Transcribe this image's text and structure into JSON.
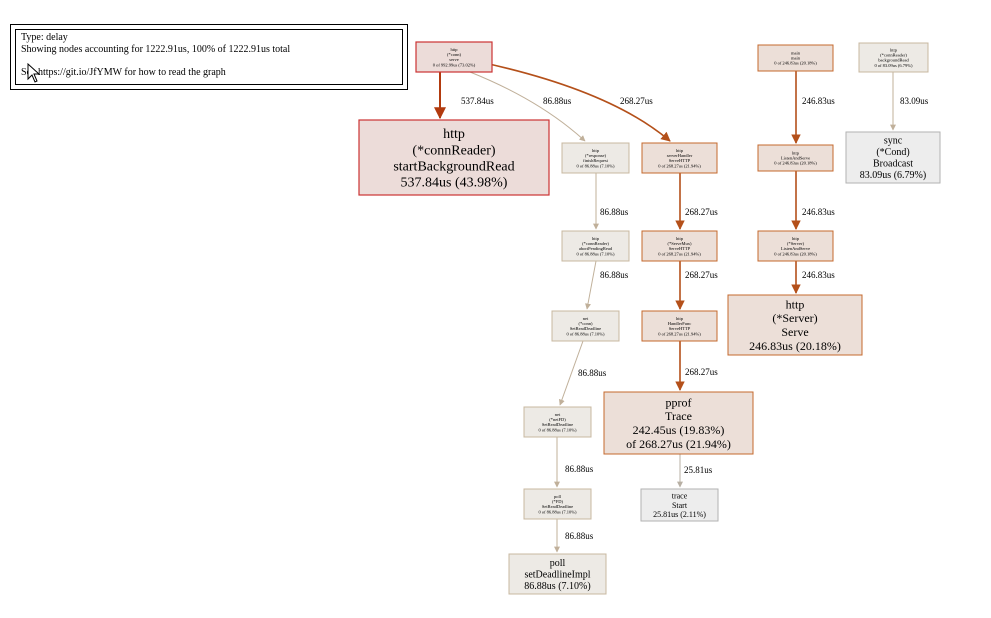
{
  "legend": {
    "type_line": "Type: delay",
    "showing_line": "Showing nodes accounting for 1222.91us, 100% of 1222.91us total",
    "see_line": "See https://git.io/JfYMW for how to read the graph"
  },
  "nodes": {
    "http_conn_serve": {
      "lines": [
        "http",
        "(*conn)",
        "serve",
        "0 of 992.99us (73.02%)"
      ]
    },
    "http_connreader_startbgread": {
      "lines": [
        "http",
        "(*connReader)",
        "startBackgroundRead",
        "537.84us (43.98%)"
      ]
    },
    "http_response_finishrequest": {
      "lines": [
        "http",
        "(*response)",
        "finishRequest",
        "0 of 86.88us (7.10%)"
      ]
    },
    "http_connreader_abortpendingread": {
      "lines": [
        "http",
        "(*connReader)",
        "abortPendingRead",
        "0 of 86.88us (7.10%)"
      ]
    },
    "net_conn_setreaddeadline": {
      "lines": [
        "net",
        "(*conn)",
        "SetReadDeadline",
        "0 of 86.88us (7.10%)"
      ]
    },
    "net_netfd_setreaddeadline": {
      "lines": [
        "net",
        "(*netFD)",
        "SetReadDeadline",
        "0 of 86.88us (7.10%)"
      ]
    },
    "poll_fd_setreaddeadline": {
      "lines": [
        "poll",
        "(*FD)",
        "SetReadDeadline",
        "0 of 86.88us (7.10%)"
      ]
    },
    "poll_setdeadlineimpl": {
      "lines": [
        "poll",
        "setDeadlineImpl",
        "86.88us (7.10%)"
      ]
    },
    "http_serverhandler_servehttp": {
      "lines": [
        "http",
        "serverHandler",
        "ServeHTTP",
        "0 of 268.27us (21.94%)"
      ]
    },
    "http_servemux_servehttp": {
      "lines": [
        "http",
        "(*ServeMux)",
        "ServeHTTP",
        "0 of 268.27us (21.94%)"
      ]
    },
    "http_handlerfunc_servehttp": {
      "lines": [
        "http",
        "HandlerFunc",
        "ServeHTTP",
        "0 of 268.27us (21.94%)"
      ]
    },
    "pprof_trace": {
      "lines": [
        "pprof",
        "Trace",
        "242.45us (19.83%)",
        "of 268.27us (21.94%)"
      ]
    },
    "trace_start": {
      "lines": [
        "trace",
        "Start",
        "25.81us (2.11%)"
      ]
    },
    "main_main": {
      "lines": [
        "main",
        "main",
        "0 of 246.83us (20.18%)"
      ]
    },
    "http_listenandserve": {
      "lines": [
        "http",
        "ListenAndServe",
        "0 of 246.83us (20.18%)"
      ]
    },
    "http_server_listenandserve": {
      "lines": [
        "http",
        "(*Server)",
        "ListenAndServe",
        "0 of 246.83us (20.18%)"
      ]
    },
    "http_server_serve": {
      "lines": [
        "http",
        "(*Server)",
        "Serve",
        "246.83us (20.18%)"
      ]
    },
    "http_connreader_backgroundread": {
      "lines": [
        "http",
        "(*connReader)",
        "backgroundRead",
        "0 of 83.09us (6.79%)"
      ]
    },
    "sync_cond_broadcast": {
      "lines": [
        "sync",
        "(*Cond)",
        "Broadcast",
        "83.09us (6.79%)"
      ]
    }
  },
  "edges": [
    {
      "from": "http_conn_serve",
      "to": "http_connreader_startbgread",
      "label": "537.84us"
    },
    {
      "from": "http_conn_serve",
      "to": "http_response_finishrequest",
      "label": "86.88us"
    },
    {
      "from": "http_conn_serve",
      "to": "http_serverhandler_servehttp",
      "label": "268.27us"
    },
    {
      "from": "http_response_finishrequest",
      "to": "http_connreader_abortpendingread",
      "label": "86.88us"
    },
    {
      "from": "http_connreader_abortpendingread",
      "to": "net_conn_setreaddeadline",
      "label": "86.88us"
    },
    {
      "from": "net_conn_setreaddeadline",
      "to": "net_netfd_setreaddeadline",
      "label": "86.88us"
    },
    {
      "from": "net_netfd_setreaddeadline",
      "to": "poll_fd_setreaddeadline",
      "label": "86.88us"
    },
    {
      "from": "poll_fd_setreaddeadline",
      "to": "poll_setdeadlineimpl",
      "label": "86.88us"
    },
    {
      "from": "http_serverhandler_servehttp",
      "to": "http_servemux_servehttp",
      "label": "268.27us"
    },
    {
      "from": "http_servemux_servehttp",
      "to": "http_handlerfunc_servehttp",
      "label": "268.27us"
    },
    {
      "from": "http_handlerfunc_servehttp",
      "to": "pprof_trace",
      "label": "268.27us"
    },
    {
      "from": "pprof_trace",
      "to": "trace_start",
      "label": "25.81us"
    },
    {
      "from": "main_main",
      "to": "http_listenandserve",
      "label": "246.83us"
    },
    {
      "from": "http_listenandserve",
      "to": "http_server_listenandserve",
      "label": "246.83us"
    },
    {
      "from": "http_server_listenandserve",
      "to": "http_server_serve",
      "label": "246.83us"
    },
    {
      "from": "http_connreader_backgroundread",
      "to": "sync_cond_broadcast",
      "label": "83.09us"
    }
  ],
  "colors": {
    "hot_border": "#cc3333",
    "hot_fill": "#ecdcd9",
    "hot_edge": "#b23a0e",
    "warm_border": "#c5682c",
    "warm_fill": "#ecdfd8",
    "warm_edge": "#b4501a",
    "cold_border": "#c8b8a0",
    "cold_fill": "#edeae5",
    "cold_edge": "#c0b09a",
    "grey_border": "#b2b2b2",
    "grey_fill": "#ededed"
  },
  "icons": {
    "cursor": "mouse-pointer-icon"
  }
}
